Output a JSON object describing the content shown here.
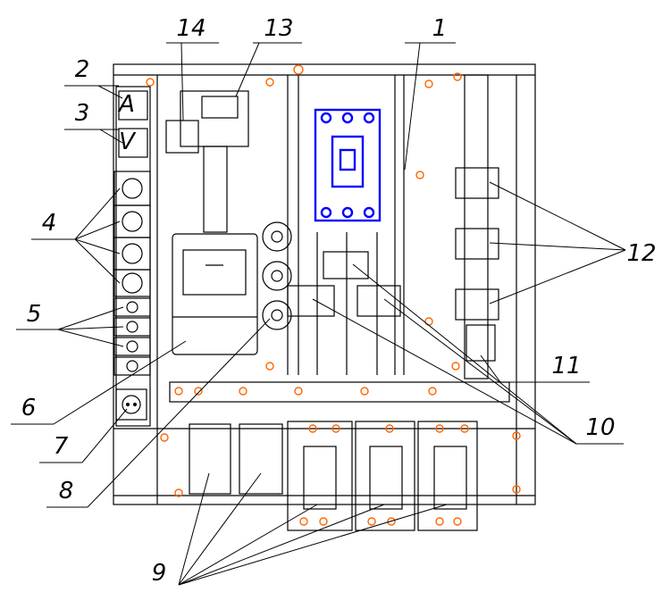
{
  "meters": {
    "ammeter_label": "A",
    "voltmeter_label": "V"
  },
  "callouts": {
    "n1": "1",
    "n2": "2",
    "n3": "3",
    "n4": "4",
    "n5": "5",
    "n6": "6",
    "n7": "7",
    "n8": "8",
    "n9": "9",
    "n10": "10",
    "n11": "11",
    "n12": "12",
    "n13": "13",
    "n14": "14"
  },
  "colors": {
    "line": "#000000",
    "breaker": "#0000ff",
    "markers": "#ff6600"
  }
}
